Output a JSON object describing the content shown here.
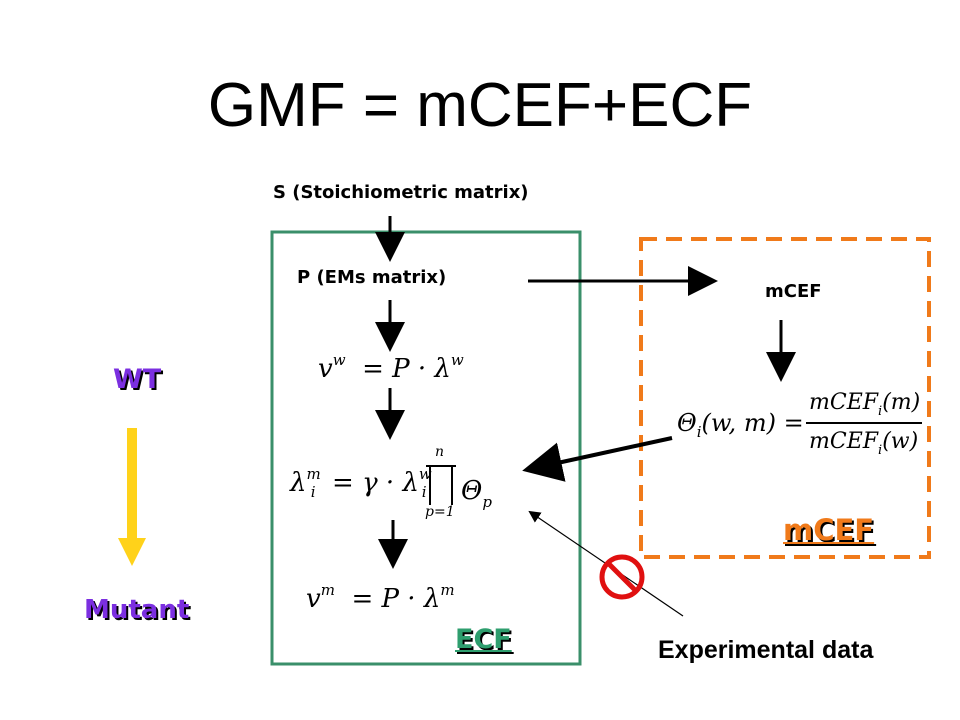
{
  "title": "GMF = mCEF+ECF",
  "labels": {
    "s_matrix": "S (Stoichiometric matrix)",
    "p_matrix": "P (EMs matrix)",
    "mcef_small": "mCEF",
    "wt": "WT",
    "mutant": "Mutant",
    "ecf": "ECF",
    "mcef_big": "mCEF",
    "experimental": "Experimental data"
  },
  "equations": {
    "vw": "v^w = P · λ^w",
    "lambda": "λ_i^m = γ · λ_i^w ∏_{p=1}^{n} Θ_p",
    "vm": "v^m = P · λ^m",
    "theta": "Θ_i(w,m) = mCEF_i(m) / mCEF_i(w)"
  },
  "colors": {
    "ecf_box": "#3a8f6a",
    "mcef_box": "#f07a1a",
    "wt_mutant_arrow": "#ffd21a",
    "prohibit": "#e01010",
    "label_purple": "#7b2fe0"
  }
}
